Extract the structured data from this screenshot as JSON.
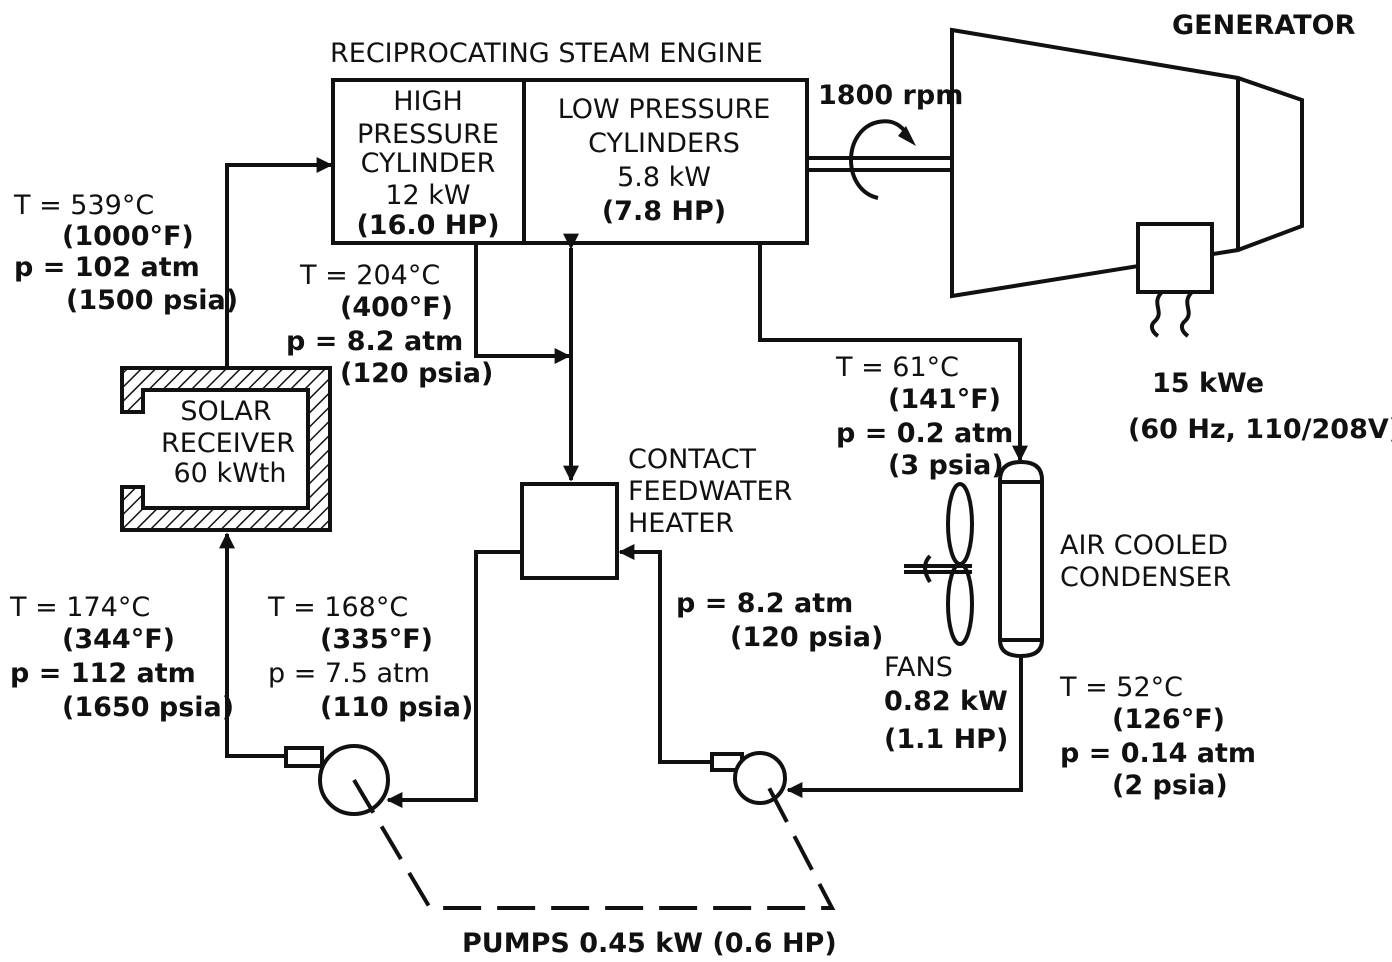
{
  "engine": {
    "title": "RECIPROCATING STEAM ENGINE",
    "hp_cylinder": [
      "HIGH",
      "PRESSURE",
      "CYLINDER",
      "12 kW",
      "(16.0 HP)"
    ],
    "lp_cylinders": [
      "LOW PRESSURE",
      "CYLINDERS",
      "5.8 kW",
      "(7.8 HP)"
    ],
    "speed": "1800 rpm"
  },
  "generator": {
    "title": "GENERATOR",
    "output": "15 kWe",
    "spec": "(60 Hz, 110/208V)"
  },
  "receiver": {
    "lines": [
      "SOLAR",
      "RECEIVER",
      "60 kWth"
    ]
  },
  "heater": {
    "lines": [
      "CONTACT",
      "FEEDWATER",
      "HEATER"
    ]
  },
  "condenser": {
    "lines": [
      "AIR COOLED",
      "CONDENSER"
    ]
  },
  "fans": {
    "lines": [
      "FANS",
      "0.82 kW",
      "(1.1 HP)"
    ]
  },
  "pumps": {
    "label": "PUMPS 0.45 kW (0.6 HP)"
  },
  "states": {
    "receiver_out": [
      "T = 539°C",
      "(1000°F)",
      "p = 102 atm",
      "(1500 psia)"
    ],
    "hp_exhaust": [
      "T = 204°C",
      "(400°F)",
      "p = 8.2 atm",
      "(120 psia)"
    ],
    "lp_exhaust": [
      "T = 61°C",
      "(141°F)",
      "p = 0.2 atm",
      "(3 psia)"
    ],
    "receiver_in": [
      "T = 174°C",
      "(344°F)",
      "p = 112 atm",
      "(1650 psia)"
    ],
    "heater_out": [
      "T = 168°C",
      "(335°F)",
      "p = 7.5 atm",
      "(110 psia)"
    ],
    "pump_to_heater": [
      "p = 8.2 atm",
      "(120 psia)"
    ],
    "condensate": [
      "T = 52°C",
      "(126°F)",
      "p = 0.14 atm",
      "(2 psia)"
    ]
  }
}
